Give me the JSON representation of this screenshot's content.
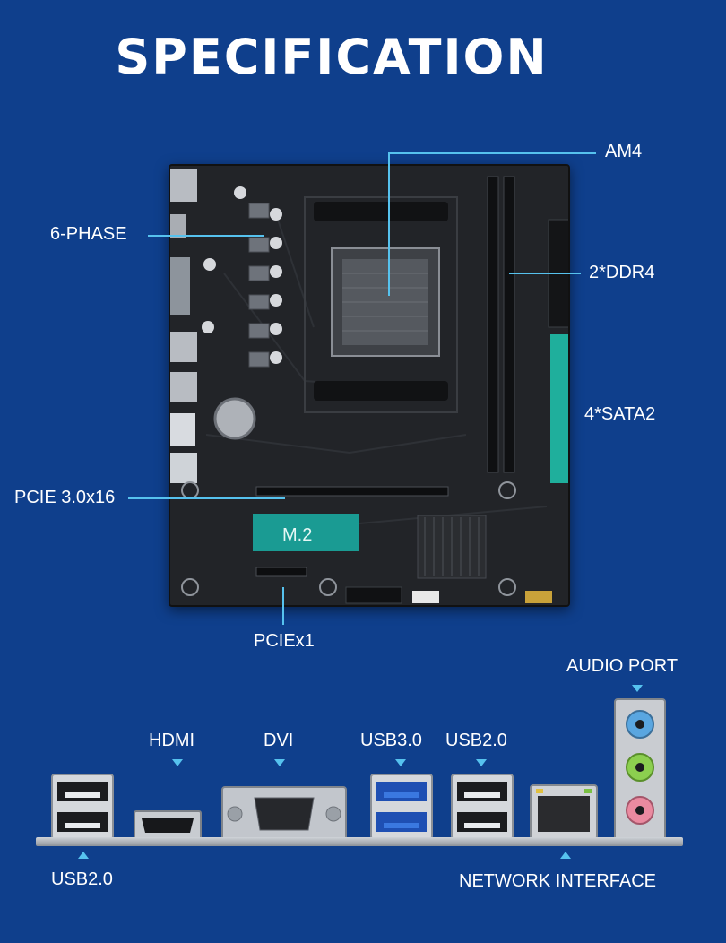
{
  "title": "SPECIFICATION",
  "board": {
    "m2_label": "M.2"
  },
  "callouts": {
    "am4": "AM4",
    "phase": "6-PHASE",
    "ddr4": "2*DDR4",
    "sata": "4*SATA2",
    "pcie16": "PCIE 3.0x16",
    "pciex1": "PCIEx1"
  },
  "ports": {
    "audio": "AUDIO PORT",
    "hdmi": "HDMI",
    "dvi": "DVI",
    "usb30": "USB3.0",
    "usb20_top": "USB2.0",
    "usb20_bottom": "USB2.0",
    "network": "NETWORK INTERFACE"
  },
  "colors": {
    "background": "#0f3f8c",
    "accent": "#56c2ee",
    "board": "#1f2124",
    "sata": "#1faf9c"
  }
}
